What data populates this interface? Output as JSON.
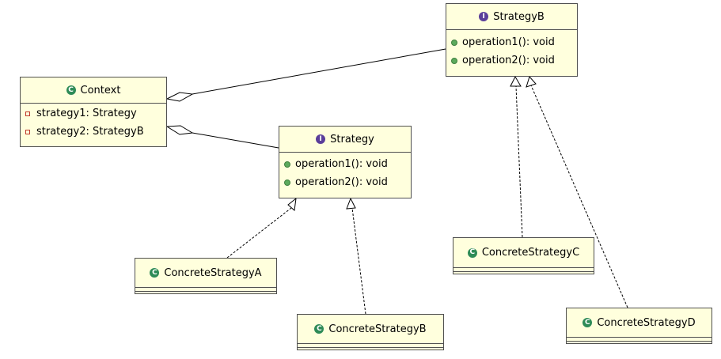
{
  "classes": {
    "strategy_b": {
      "stereotype": "interface",
      "badge": "I",
      "name": "StrategyB",
      "methods": [
        "operation1(): void",
        "operation2(): void"
      ]
    },
    "context": {
      "stereotype": "class",
      "badge": "C",
      "name": "Context",
      "fields": [
        "strategy1: Strategy",
        "strategy2: StrategyB"
      ]
    },
    "strategy": {
      "stereotype": "interface",
      "badge": "I",
      "name": "Strategy",
      "methods": [
        "operation1(): void",
        "operation2(): void"
      ]
    },
    "concrete_a": {
      "stereotype": "class",
      "badge": "C",
      "name": "ConcreteStrategyA"
    },
    "concrete_b": {
      "stereotype": "class",
      "badge": "C",
      "name": "ConcreteStrategyB"
    },
    "concrete_c": {
      "stereotype": "class",
      "badge": "C",
      "name": "ConcreteStrategyC"
    },
    "concrete_d": {
      "stereotype": "class",
      "badge": "C",
      "name": "ConcreteStrategyD"
    }
  },
  "relations": [
    {
      "type": "aggregation",
      "from": "context",
      "to": "strategy_b"
    },
    {
      "type": "aggregation",
      "from": "context",
      "to": "strategy"
    },
    {
      "type": "realization",
      "from": "concrete_a",
      "to": "strategy"
    },
    {
      "type": "realization",
      "from": "concrete_b",
      "to": "strategy"
    },
    {
      "type": "realization",
      "from": "concrete_c",
      "to": "strategy_b"
    },
    {
      "type": "realization",
      "from": "concrete_d",
      "to": "strategy_b"
    }
  ],
  "colors": {
    "box_fill": "#ffffdd",
    "border": "#505050",
    "interface_badge": "#5a3e9a",
    "class_badge": "#2e8b57",
    "public_dot": "#5caa5c",
    "private_square": "#c0392b"
  }
}
